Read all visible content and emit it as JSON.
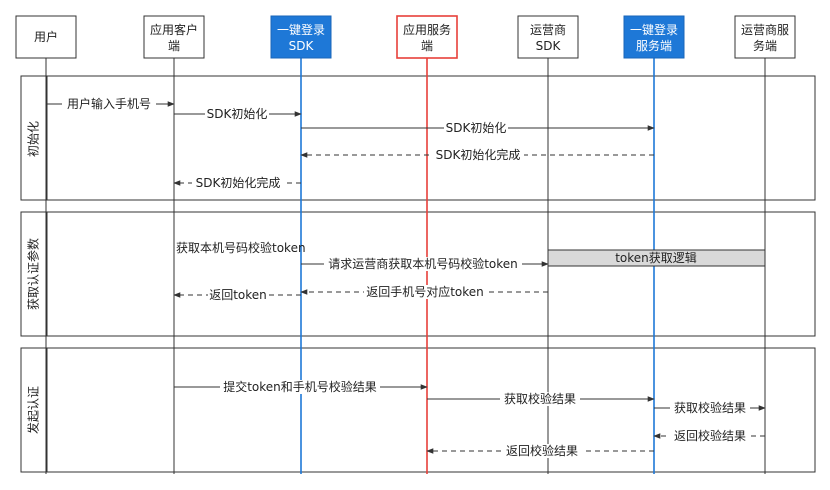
{
  "participants": [
    {
      "id": "user",
      "lines": [
        "用户"
      ],
      "style": "plain"
    },
    {
      "id": "app_client",
      "lines": [
        "应用客户",
        "端"
      ],
      "style": "plain"
    },
    {
      "id": "onekey_sdk",
      "lines": [
        "一键登录",
        "SDK"
      ],
      "style": "blue"
    },
    {
      "id": "app_server",
      "lines": [
        "应用服务",
        "端"
      ],
      "style": "red"
    },
    {
      "id": "carrier_sdk",
      "lines": [
        "运营商",
        "SDK"
      ],
      "style": "plain"
    },
    {
      "id": "onekey_server",
      "lines": [
        "一键登录",
        "服务端"
      ],
      "style": "blue"
    },
    {
      "id": "carrier_server",
      "lines": [
        "运营商服",
        "务端"
      ],
      "style": "plain"
    }
  ],
  "phases": [
    {
      "id": "init",
      "label": "初始化"
    },
    {
      "id": "token",
      "label": "获取认证参数"
    },
    {
      "id": "verify",
      "label": "发起认证"
    }
  ],
  "messages": [
    {
      "id": "m1",
      "text": "用户输入手机号",
      "dashed": false
    },
    {
      "id": "m2",
      "text": "SDK初始化",
      "dashed": false
    },
    {
      "id": "m3",
      "text": "SDK初始化",
      "dashed": false
    },
    {
      "id": "m4",
      "text": "SDK初始化完成",
      "dashed": true
    },
    {
      "id": "m5",
      "text": "SDK初始化完成",
      "dashed": true
    },
    {
      "id": "m6",
      "text": "请求运营商获取本机号码校验token",
      "dashed": false
    },
    {
      "id": "m7",
      "text": "返回手机号对应token",
      "dashed": true
    },
    {
      "id": "m8",
      "text": "返回token",
      "dashed": true
    },
    {
      "id": "m9",
      "text": "提交token和手机号校验结果",
      "dashed": false
    },
    {
      "id": "m10",
      "text": "获取校验结果",
      "dashed": false
    },
    {
      "id": "m11",
      "text": "获取校验结果",
      "dashed": false
    },
    {
      "id": "m12",
      "text": "返回校验结果",
      "dashed": true
    },
    {
      "id": "m13",
      "text": "返回校验结果",
      "dashed": true
    }
  ],
  "notes": {
    "self_label": "获取本机号码校验token",
    "token_logic": "token获取逻辑"
  },
  "colors": {
    "blue": "#1e78d7",
    "red": "#e8403a",
    "line": "#333333",
    "box_gray": "#d9d9d9"
  }
}
